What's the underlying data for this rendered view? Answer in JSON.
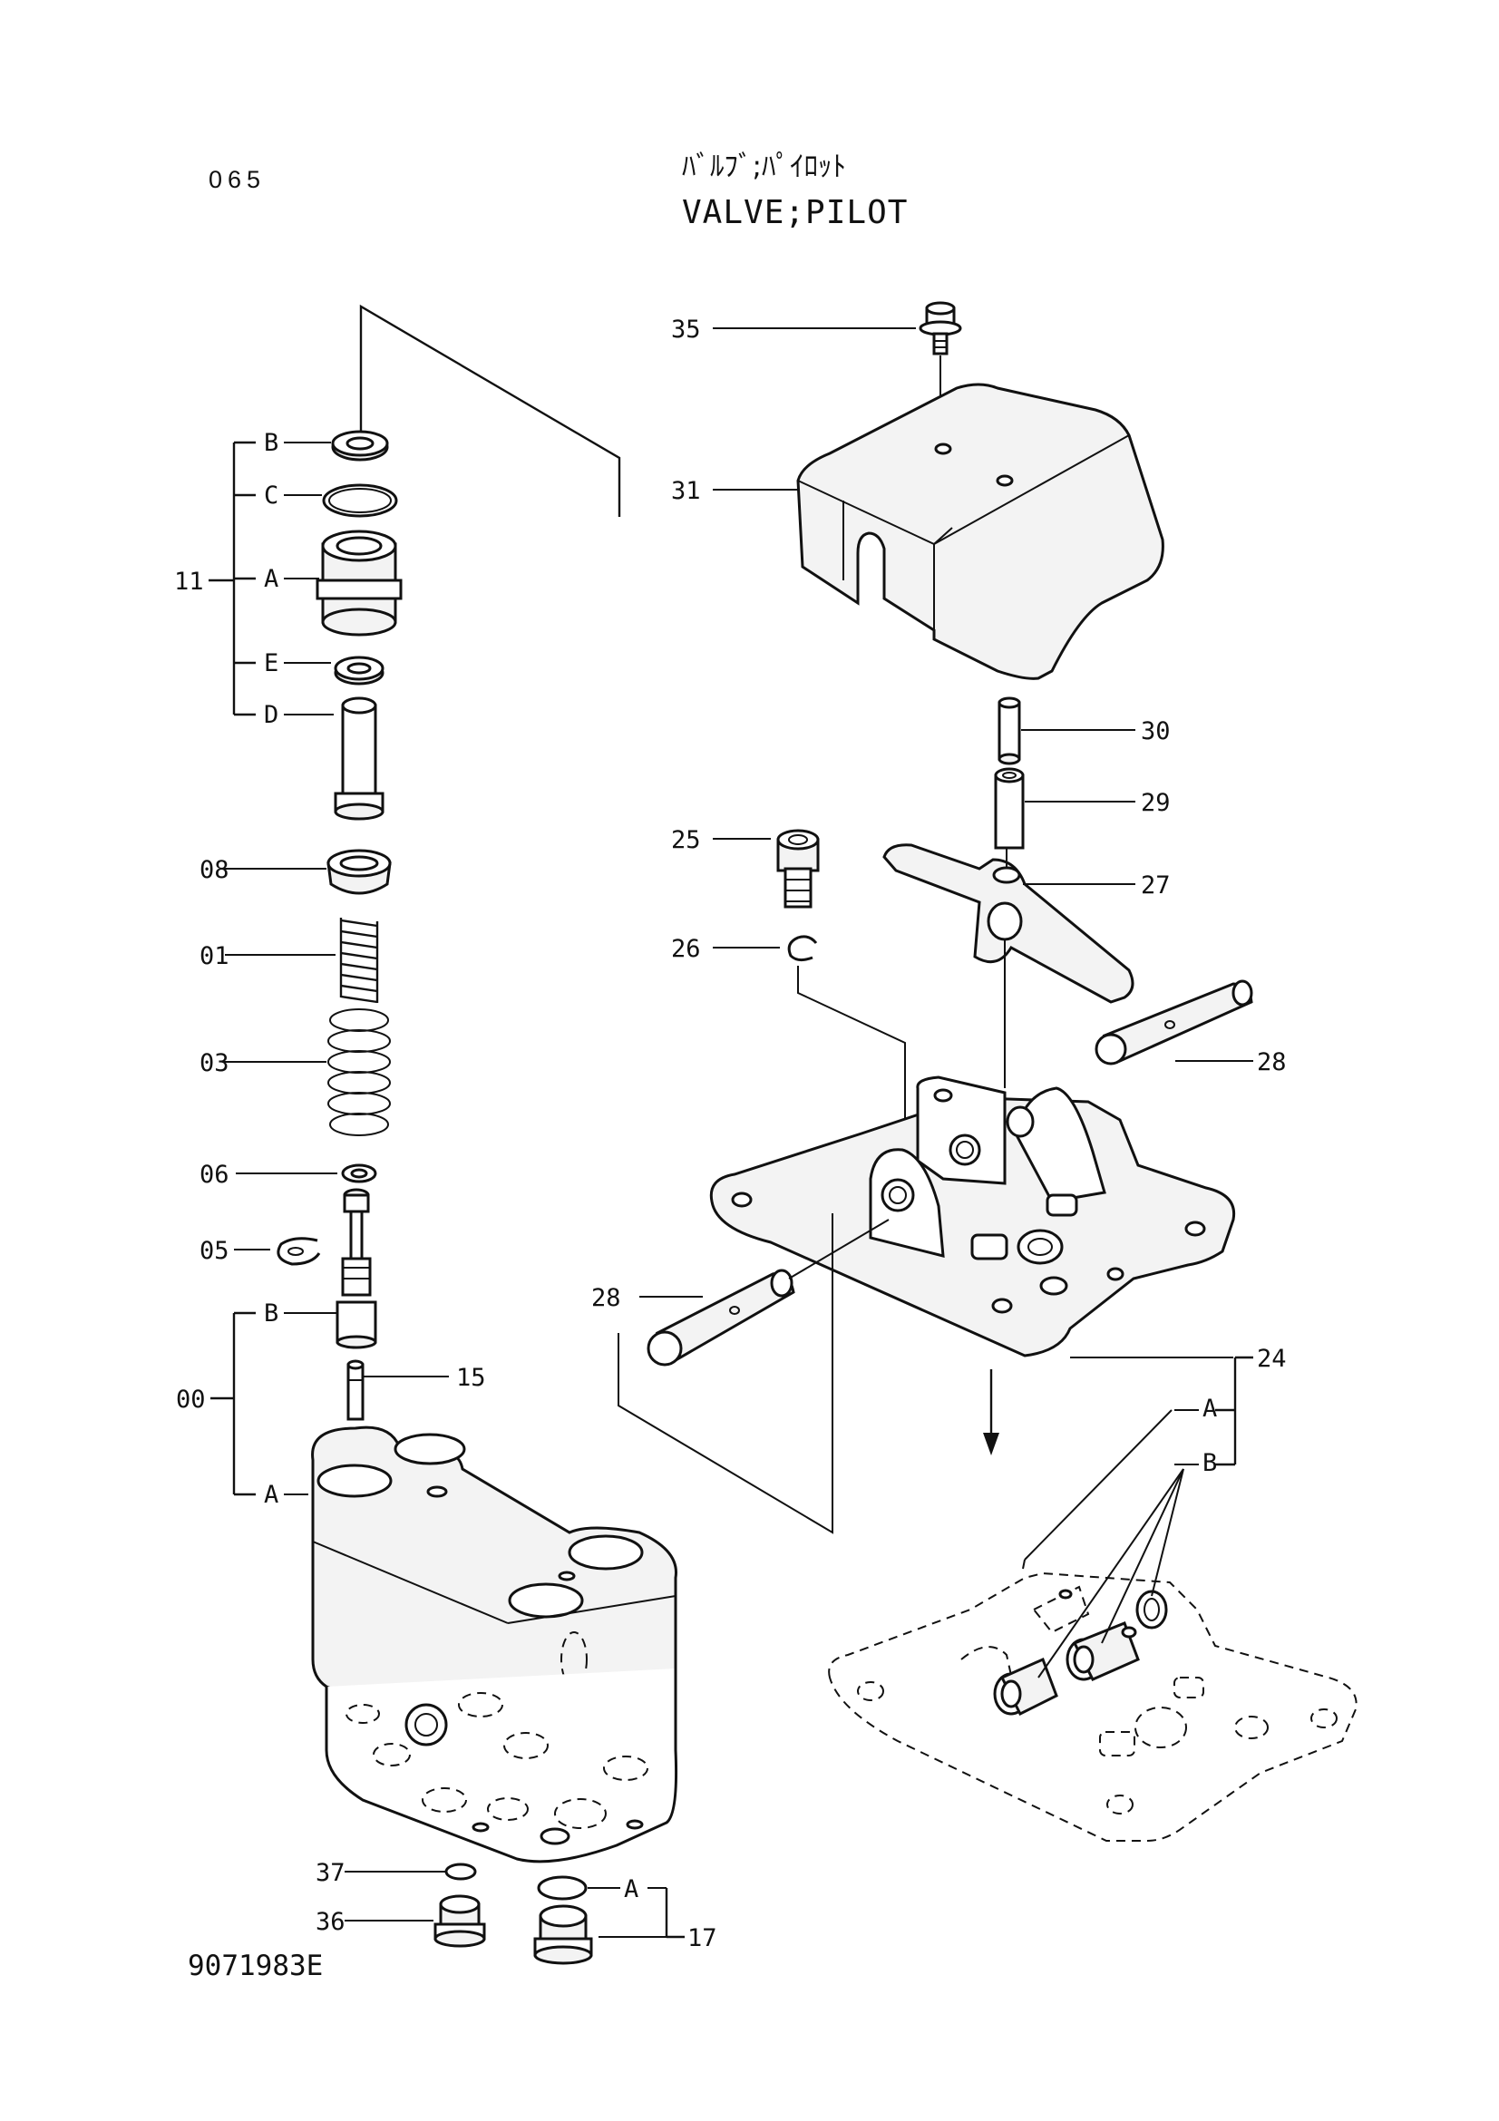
{
  "header": {
    "page_number": "065",
    "title_jp": "ﾊﾞﾙﾌﾞ;ﾊﾟｲﾛｯﾄ",
    "title_en": "VALVE;PILOT",
    "drawing_number": "9071983E"
  },
  "callouts": {
    "p35": "35",
    "p31": "31",
    "p30": "30",
    "p29": "29",
    "p25": "25",
    "p27": "27",
    "p26": "26",
    "p28a": "28",
    "p28b": "28",
    "p24": "24",
    "p24A": "A",
    "p24B": "B",
    "p11": "11",
    "p11B": "B",
    "p11C": "C",
    "p11A": "A",
    "p11E": "E",
    "p11D": "D",
    "p08": "08",
    "p01": "01",
    "p03": "03",
    "p06": "06",
    "p05": "05",
    "p00": "00",
    "p00B": "B",
    "p00A": "A",
    "p15": "15",
    "p37": "37",
    "p36": "36",
    "p17": "17",
    "p17A": "A"
  }
}
